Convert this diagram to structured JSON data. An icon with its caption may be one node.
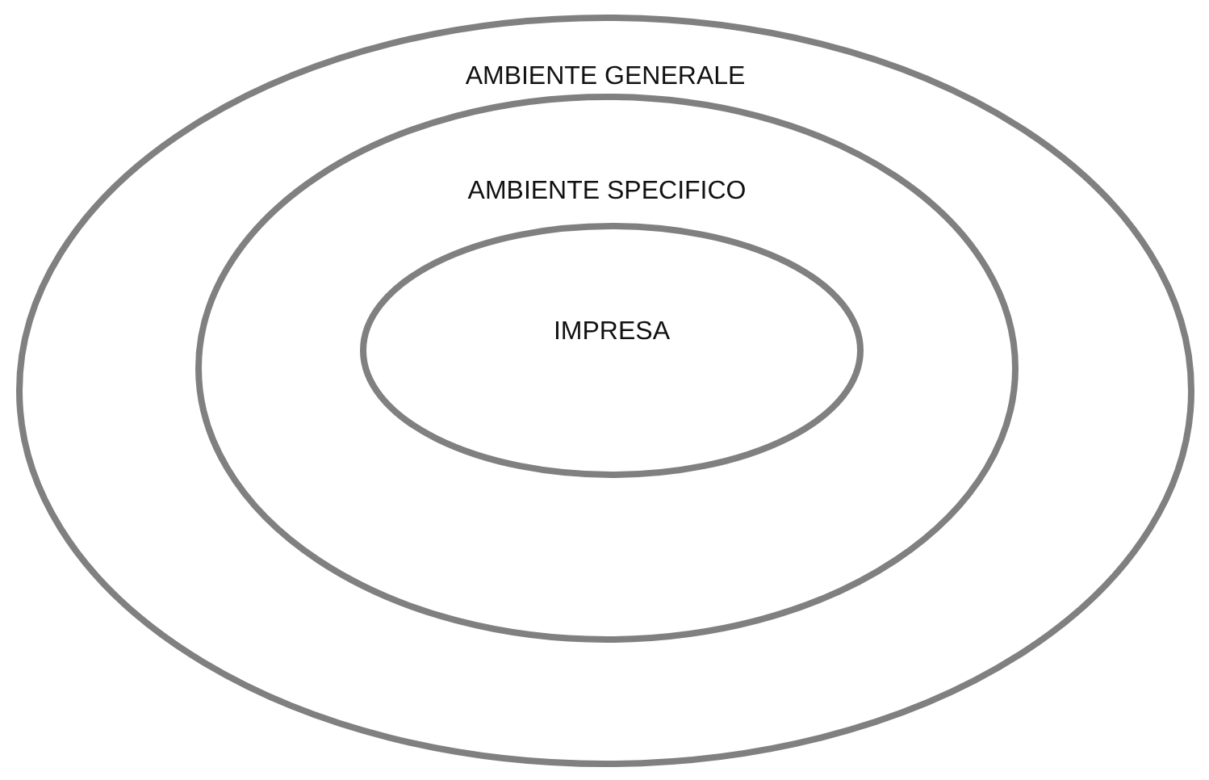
{
  "diagram": {
    "nodes": [
      {
        "text": [
          "AMBIENTE GENERALE"
        ]
      },
      {
        "text": [
          "AMBIENTE SPECIFICO"
        ],
        "in": 0
      },
      {
        "text": [
          "IMPRESA"
        ],
        "in": 1
      }
    ]
  }
}
